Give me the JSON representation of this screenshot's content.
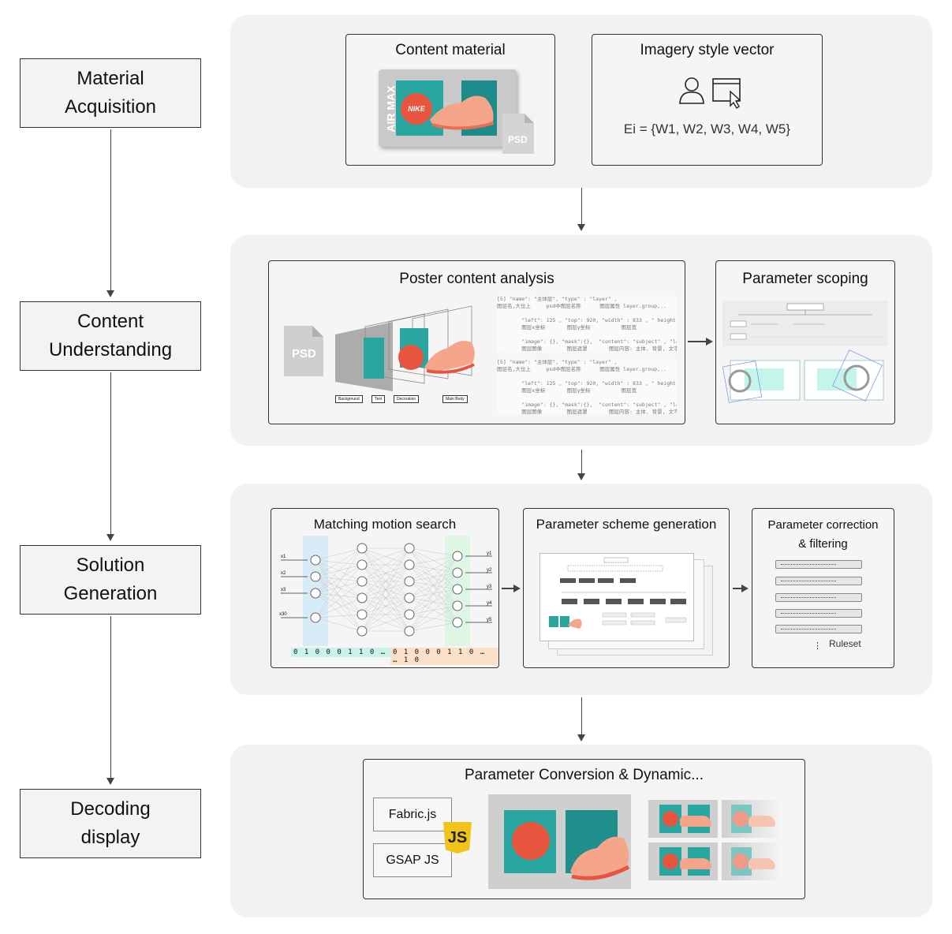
{
  "stages": [
    {
      "line1": "Material",
      "line2": "Acquisition"
    },
    {
      "line1": "Content",
      "line2": "Understanding"
    },
    {
      "line1": "Solution",
      "line2": "Generation"
    },
    {
      "line1": "Decoding",
      "line2": "display"
    }
  ],
  "panel1": {
    "content_material": {
      "title": "Content material",
      "psd_label": "PSD",
      "brand_text": "AIR MAX",
      "logo_text": "NIKE"
    },
    "style_vector": {
      "title": "Imagery style vector",
      "formula": "Ei = {W1,  W2,  W3,  W4,  W5}"
    }
  },
  "panel2": {
    "analysis": {
      "title": "Poster content analysis",
      "psd_label": "PSD",
      "layer_tags": [
        "Background",
        "Text",
        "Decoration",
        "Main Body"
      ],
      "json_block": "[5] \"name\": \"主体层\", \"type\" : \"layer\" ,\n图层名,大位上     psd中图层名称      图层属性 layer.group,..\n\n        \"left\": 125 , \"top\": 920, \"width\" : 633 , \" height\": 333 ,\n        图层x坐标       图层y坐标          图层宽                   图层高\n\n        \"image\": {}, \"mask\":{},  \"content\": \"subject\" , \"label\": \"配饰类\"\n        图层图像        图层遮罩       图层内容: 主体, 背景, 文字, 装饰      主体商品类目\n..."
    },
    "scoping": {
      "title": "Parameter scoping"
    }
  },
  "panel3": {
    "motion": {
      "title": "Matching motion search",
      "inputs": [
        "x1",
        "x2",
        "x3",
        "x30"
      ],
      "outputs": [
        "y1",
        "y2",
        "y3",
        "y4",
        "y5"
      ],
      "bits_left": "0 1 0 0 0 1 1 0 … … 1 0",
      "bits_right": "0 1 0 0 0 1 1 0 … … 1 0",
      "colors": {
        "input_band": "#d8ecf8",
        "output_band": "#ddf7e4",
        "bits_left_bg": "#c8f3ea",
        "bits_right_bg": "#fde0c8"
      }
    },
    "scheme": {
      "title": "Parameter scheme generation"
    },
    "correction": {
      "title_line1": "Parameter correction",
      "title_line2": "& filtering",
      "ruleset_label": "Ruleset",
      "vdots": "⋮"
    }
  },
  "panel4": {
    "conversion": {
      "title": "Parameter Conversion & Dynamic...",
      "lib1": "Fabric.js",
      "lib2": "GSAP JS",
      "js_badge": "JS"
    }
  },
  "colors": {
    "teal": "#2aa6a0",
    "salmon": "#f08a6c",
    "coral": "#e8553f",
    "panel_bg": "#f2f2f2"
  }
}
